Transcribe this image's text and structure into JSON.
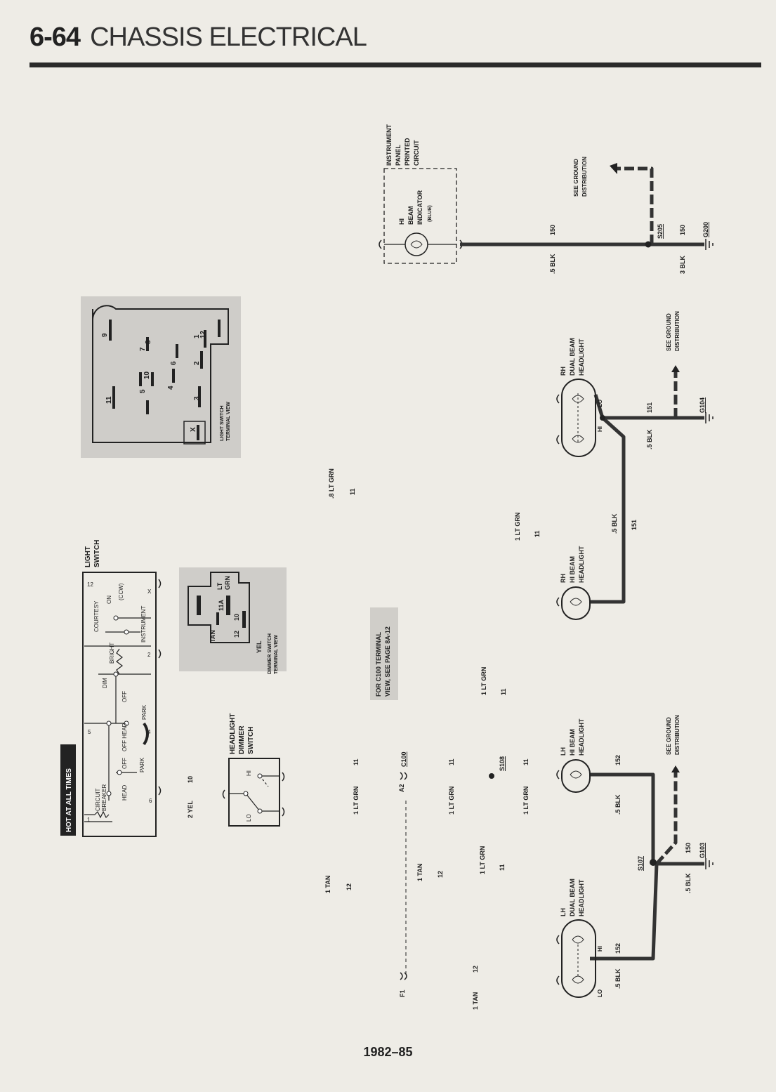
{
  "page": {
    "number": "6-64",
    "title": "CHASSIS ELECTRICAL",
    "footer": "1982–85"
  },
  "boxes": {
    "hot_at_all_times": "HOT AT ALL TIMES",
    "light_switch": [
      "LIGHT",
      "SWITCH"
    ],
    "headlight_dimmer_switch": [
      "HEADLIGHT",
      "DIMMER",
      "SWITCH"
    ],
    "instrument_panel": [
      "INSTRUMENT",
      "PANEL",
      "PRINTED",
      "CIRCUIT"
    ],
    "light_switch_terminal_view": [
      "LIGHT SWITCH",
      "TERMINAL VIEW"
    ],
    "dimmer_switch_terminal_view": [
      "DIMMER SWITCH",
      "TERMINAL VIEW"
    ],
    "c100_note": [
      "FOR C100 TERMINAL",
      "VIEW, SEE PAGE 8A-12"
    ]
  },
  "switch_labels": {
    "circuit_breaker": [
      "CIRCUIT",
      "BREAKER"
    ],
    "head": "HEAD",
    "off_1": "OFF",
    "park_1": "PARK",
    "off_head": "OFF HEAD",
    "off_2": "OFF",
    "park_2": "PARK",
    "dim": "DIM",
    "bright": "BRIGHT",
    "courtesy": "COURTESY",
    "on": "ON",
    "ccw": "(CCW)",
    "instrument": "INSTRUMENT",
    "t1": "1",
    "t6": "6",
    "t5": "5",
    "t4": "4",
    "t12": "12",
    "t2": "2",
    "tx": "X",
    "lo": "LO",
    "hi": "HI"
  },
  "lights": {
    "hi_beam_indicator": [
      "HI",
      "BEAM",
      "INDICATOR",
      "(BLUE)"
    ],
    "rh_dual": [
      "RH",
      "DUAL BEAM",
      "HEADLIGHT"
    ],
    "rh_hi": [
      "RH",
      "HI BEAM",
      "HEADLIGHT"
    ],
    "lh_hi": [
      "LH",
      "HI BEAM",
      "HEADLIGHT"
    ],
    "lh_dual": [
      "LH",
      "DUAL BEAM",
      "HEADLIGHT"
    ],
    "lo": "LO",
    "hi": "HI"
  },
  "wires": {
    "w_2yel": "2 YEL",
    "c10": "10",
    "w_1ltgrn_a": "1 LT GRN",
    "c11a": "11",
    "w_1tan_a": "1 TAN",
    "c12a": "12",
    "w_8ltgrn": ".8 LT GRN",
    "c11b": "11",
    "w_1ltgrn_b": "1 LT GRN",
    "c11c": "11",
    "w_1ltgrn_c": "1 LT GRN",
    "c11d": "11",
    "w_1ltgrn_d": "1 LT GRN",
    "c11e": "11",
    "w_1tan_b": "1 TAN",
    "c12b": "12",
    "w_1ltgrn_e": "1 LT GRN",
    "c11f": "11",
    "w_1ltgrn_f": "1 LT GRN",
    "c11g": "11",
    "w_1tan_c": "1 TAN",
    "c12c": "12",
    "w_5blk_a": ".5 BLK",
    "c150a": "150",
    "w_3blk": "3 BLK",
    "c150b": "150",
    "w_5blk_b": ".5 BLK",
    "c151a": "151",
    "w_5blk_c": ".5 BLK",
    "c151b": "151",
    "w_5blk_d": ".5 BLK",
    "c152a": "152",
    "w_5blk_e": ".5 BLK",
    "c150c": "150",
    "w_5blk_f": ".5 BLK",
    "c152b": "152"
  },
  "connectors": {
    "a2": "A2",
    "c100": "C100",
    "f1": "F1",
    "s108": "S108",
    "s205": "S205",
    "g200": "G200",
    "g104": "G104",
    "s107": "S107",
    "g103": "G103"
  },
  "ground_distribution": [
    "SEE GROUND",
    "DISTRIBUTION"
  ],
  "terminal_view": {
    "light_switch_numbers": [
      "9",
      "11",
      "5",
      "10",
      "7",
      "8",
      "4",
      "6",
      "3",
      "2",
      "1",
      "12",
      "X"
    ],
    "dimmer_labels": [
      "LT",
      "GRN",
      "TAN",
      "11A",
      "12",
      "10",
      "YEL"
    ]
  }
}
